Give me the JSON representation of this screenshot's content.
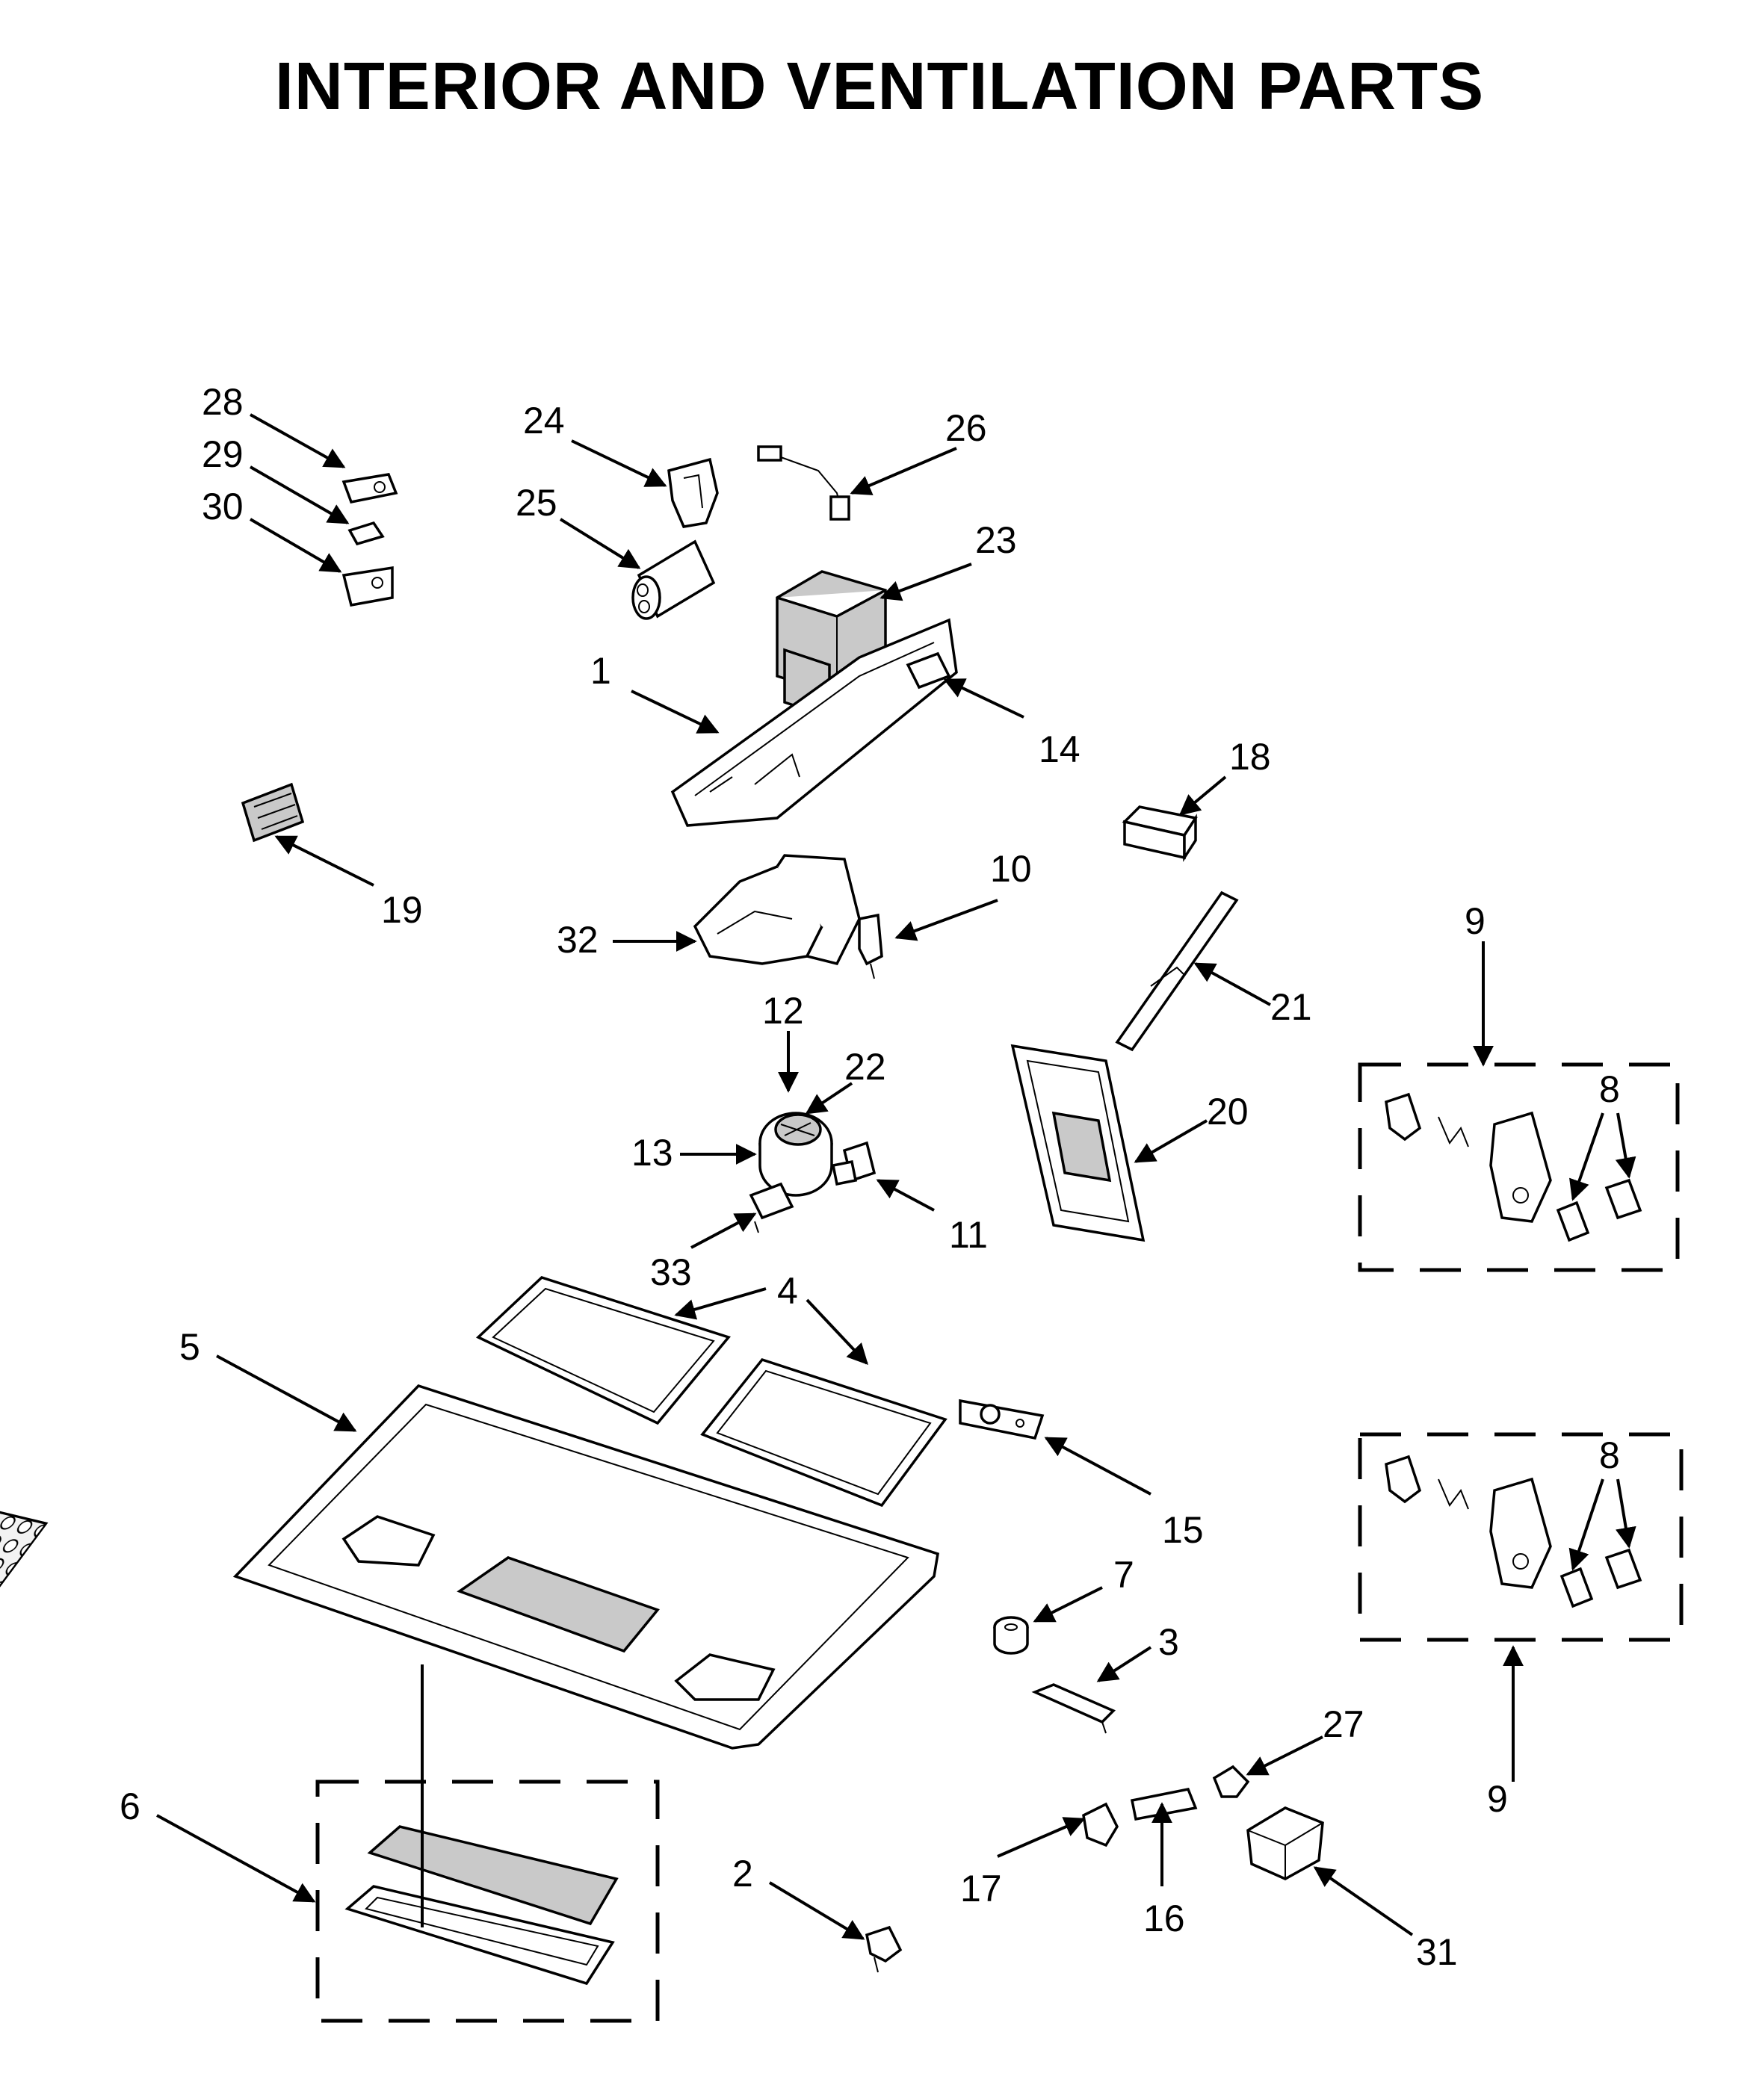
{
  "title": "INTERIOR AND VENTILATION PARTS",
  "callouts": {
    "c1": "1",
    "c2": "2",
    "c3": "3",
    "c4": "4",
    "c5": "5",
    "c6": "6",
    "c7": "7",
    "c8": "8",
    "c9": "9",
    "c10": "10",
    "c11": "11",
    "c12": "12",
    "c13": "13",
    "c14": "14",
    "c15": "15",
    "c16": "16",
    "c17": "17",
    "c18": "18",
    "c19": "19",
    "c20": "20",
    "c21": "21",
    "c22": "22",
    "c23": "23",
    "c24": "24",
    "c25": "25",
    "c26": "26",
    "c27": "27",
    "c28": "28",
    "c29": "29",
    "c30": "30",
    "c31": "31",
    "c32": "32",
    "c33": "33"
  }
}
